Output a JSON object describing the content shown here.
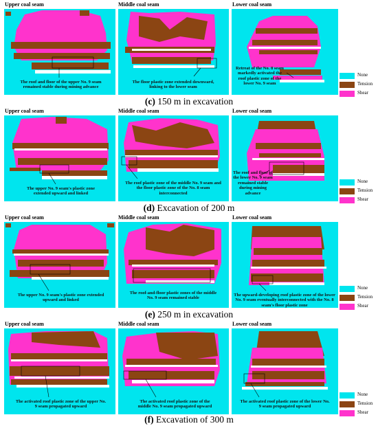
{
  "colors": {
    "none": "#00e5ee",
    "tension": "#8b4513",
    "shear": "#ff33cc",
    "gob": "#ffffff"
  },
  "legend": {
    "items": [
      {
        "label": "None",
        "color": "#00e5ee"
      },
      {
        "label": "Tension",
        "color": "#8b4513"
      },
      {
        "label": "Shear",
        "color": "#ff33cc"
      }
    ]
  },
  "panel_titles": {
    "upper": "Upper coal seam",
    "middle": "Middle coal seam",
    "lower": "Lower coal seam"
  },
  "rows": [
    {
      "letter": "(c)",
      "caption": "150 m in excavation",
      "notes": [
        "The roof and floor of the upper No. 9 seam remained stable during mining advance",
        "The floor plastic zone extended downward, linking to the lower seam",
        "Retreat of the No. 8 seam markedly activated the roof plastic zone of the lower No. 9 seam"
      ]
    },
    {
      "letter": "(d)",
      "caption": "Excavation of 200 m",
      "notes": [
        "The upper No. 9 seam's plastic zone extended upward and linked",
        "The roof plastic zone of the middle No. 9 seam and the floor plastic zone of the No. 8 seam interconnected",
        "The roof and floor of the lower No. 9 seam remained stable during mining advance"
      ]
    },
    {
      "letter": "(e)",
      "caption": "250 m in excavation",
      "notes": [
        "The upper No. 9 seam's plastic zone extended upward and linked",
        "The roof-and-floor plastic zones of the middle No. 9 seam remained stable",
        "The upward-developing roof plastic zone of the lower No. 9 seam eventually interconnected with the No. 8 seam's floor plastic zone"
      ]
    },
    {
      "letter": "(f)",
      "caption": "Excavation of 300 m",
      "notes": [
        "The activated roof plastic zone of the upper No. 9 seam propagated upward",
        "The activated roof plastic zone of the middle No. 9 seam propagated upward",
        "The activated roof plastic zone of the lower No. 9 seam propagated upward"
      ]
    }
  ]
}
